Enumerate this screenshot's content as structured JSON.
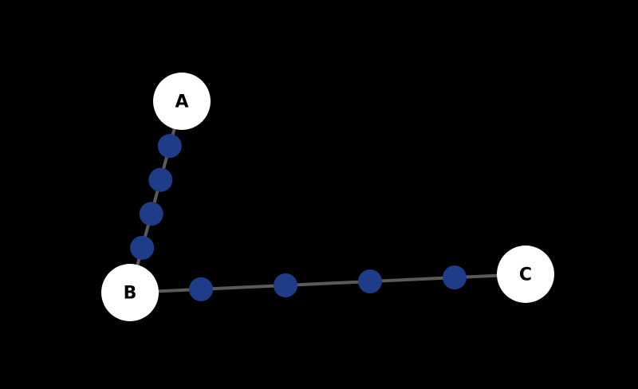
{
  "diagram": {
    "background": "#000000",
    "nodes": [
      {
        "id": "A",
        "label": "A"
      },
      {
        "id": "B",
        "label": "B"
      },
      {
        "id": "C",
        "label": "C"
      }
    ],
    "edges": [
      {
        "from": "A",
        "to": "B",
        "intermediate_points": 4
      },
      {
        "from": "B",
        "to": "C",
        "intermediate_points": 4
      }
    ],
    "colors": {
      "node_fill": "#ffffff",
      "node_label": "#000000",
      "edge": "#5a5a5a",
      "point": "#1f3c88"
    }
  }
}
